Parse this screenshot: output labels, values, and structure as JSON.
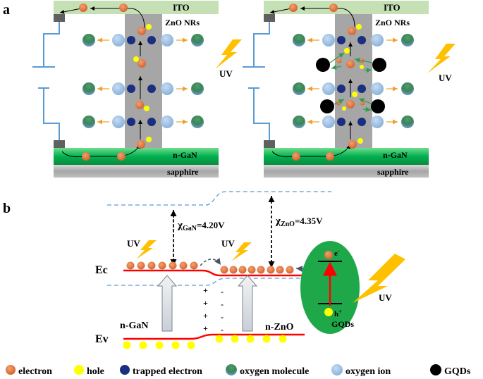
{
  "panels": {
    "a": "a",
    "b": "b"
  },
  "device": {
    "ito": "ITO",
    "zno_nrs": "ZnO NRs",
    "ngan": "n-GaN",
    "sapphire": "sapphire",
    "uv": "UV"
  },
  "band": {
    "chi_gan_main": "χ",
    "chi_gan_sub": "GaN",
    "chi_gan_val": "=4.20V",
    "chi_zno_main": "χ",
    "chi_zno_sub": "ZnO",
    "chi_zno_val": "=4.35V",
    "ec": "Ec",
    "ev": "Ev",
    "ngan": "n-GaN",
    "nzno": "n-ZnO",
    "uv": "UV",
    "gqds": "GQDs",
    "e_label": "e",
    "e_sup": "-",
    "h_label": "h",
    "h_sup": "+",
    "plus": "+",
    "minus": "-"
  },
  "legend": [
    {
      "label": "electron",
      "color": "#e0763a"
    },
    {
      "label": "hole",
      "color": "#ffff00"
    },
    {
      "label": "trapped electron",
      "color": "#1a2f80"
    },
    {
      "label": "oxygen molecule",
      "color": "#3f8f5a"
    },
    {
      "label": "oxygen ion",
      "color": "#9ec3e6"
    },
    {
      "label": "GQDs",
      "color": "#000000"
    }
  ],
  "colors": {
    "ito": "#c5e0b4",
    "ngan": "#00b050",
    "sapphire": "#a6a6a6",
    "zno": "#a6a6a6",
    "electron": "#e0763a",
    "hole": "#ffff00",
    "trapped": "#1a2f80",
    "oxygen_molecule": "#3f8f5a",
    "oxygen_ion": "#9ec3e6",
    "band_line": "#ff0000",
    "vacuum": "#5b9bd5",
    "gqd_region": "#1fa84a",
    "uv_bolt": "#ffc000",
    "arrow_green": "#2e9d4e",
    "arrow_orange": "#f0a030",
    "circuit": "#5b9bd5"
  }
}
